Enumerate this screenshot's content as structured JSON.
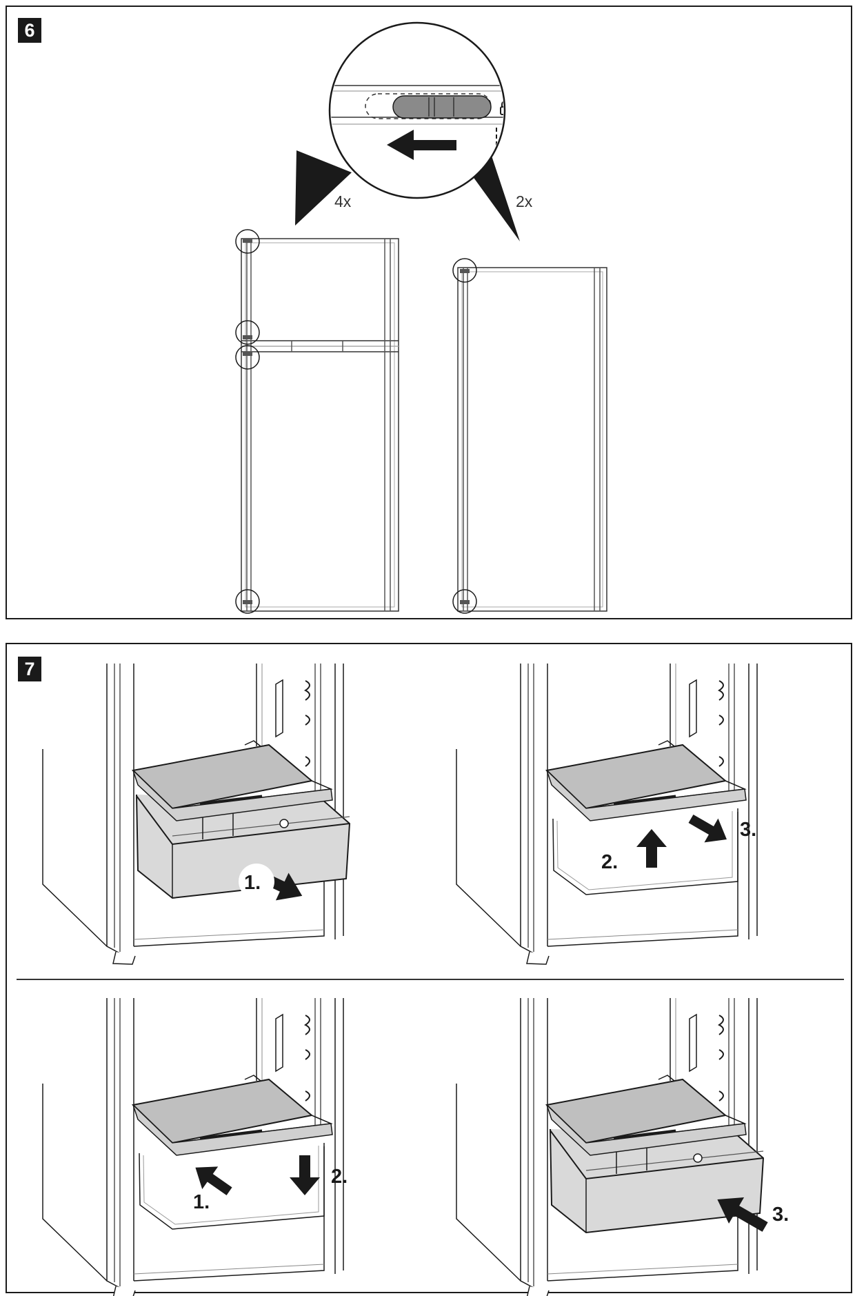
{
  "step6": {
    "badge": "6",
    "left_count": "4x",
    "right_count": "2x"
  },
  "step7": {
    "badge": "7",
    "scenes": [
      {
        "labels": [
          "1."
        ]
      },
      {
        "labels": [
          "2.",
          "3."
        ]
      },
      {
        "labels": [
          "1.",
          "2."
        ]
      },
      {
        "labels": [
          "3."
        ]
      }
    ]
  },
  "colors": {
    "line": "#1a1a1a",
    "shelf_fill": "#bfbfbf",
    "drawer_fill": "#d9d9d9",
    "badge": "#1a1a1a"
  }
}
